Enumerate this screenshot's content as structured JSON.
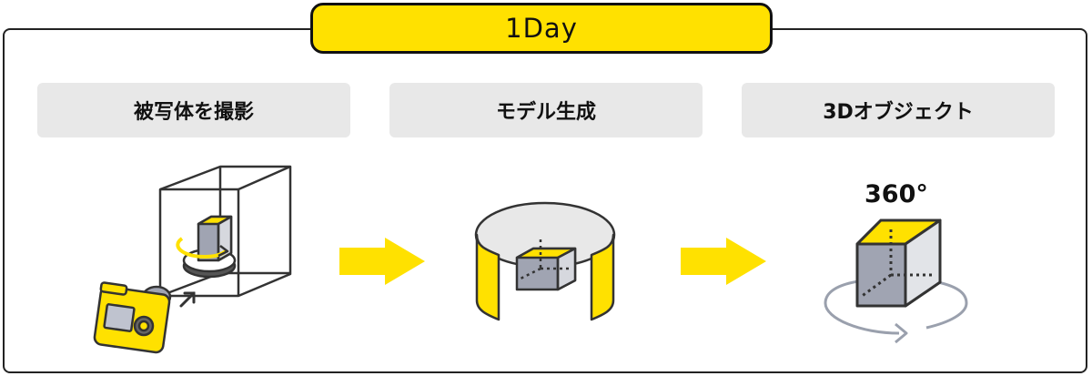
{
  "header": {
    "badge_label": "1Day"
  },
  "steps": [
    {
      "label": "被写体を撮影"
    },
    {
      "label": "モデル生成"
    },
    {
      "label": "3Dオブジェクト"
    }
  ],
  "object": {
    "rotation_label": "360°"
  },
  "colors": {
    "accent": "#ffe100",
    "outline": "#222222",
    "label_bg": "#e8e8e8",
    "cube_side": "#a0a4b2"
  }
}
